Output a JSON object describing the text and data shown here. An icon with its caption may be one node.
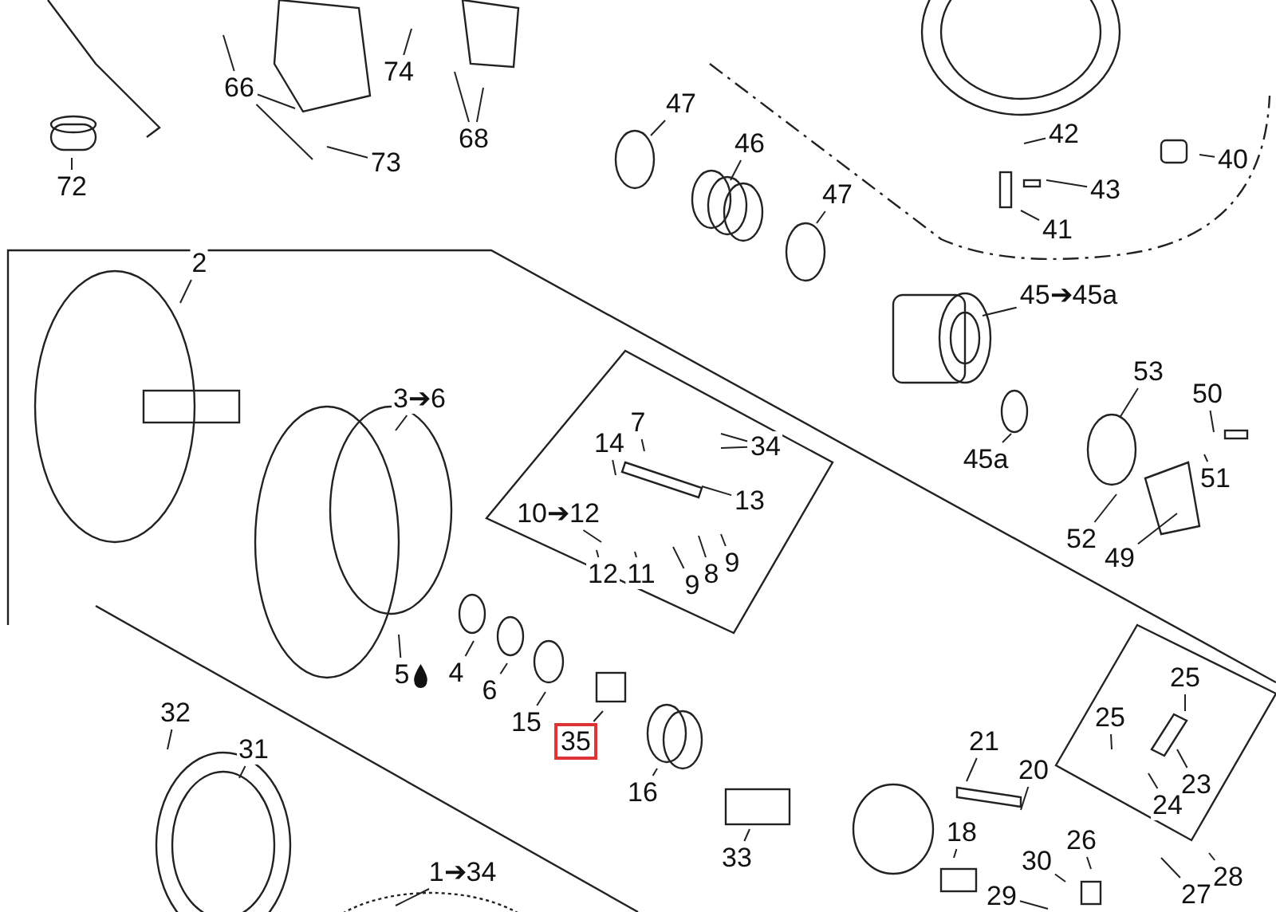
{
  "diagram": {
    "nodes": [
      {
        "text": [
          "66"
        ]
      },
      {
        "text": [
          "74"
        ]
      },
      {
        "text": [
          "68"
        ]
      },
      {
        "text": [
          "72"
        ]
      },
      {
        "text": [
          "73"
        ]
      },
      {
        "text": [
          "47"
        ]
      },
      {
        "text": [
          "46"
        ]
      },
      {
        "text": [
          "47"
        ]
      },
      {
        "text": [
          "42"
        ]
      },
      {
        "text": [
          "43"
        ]
      },
      {
        "text": [
          "41"
        ]
      },
      {
        "text": [
          "40"
        ]
      },
      {
        "text": [
          "45➔45a"
        ]
      },
      {
        "text": [
          "2"
        ]
      },
      {
        "text": [
          "3➔6"
        ]
      },
      {
        "text": [
          "7"
        ]
      },
      {
        "text": [
          "14"
        ]
      },
      {
        "text": [
          "34"
        ]
      },
      {
        "text": [
          "10➔12"
        ]
      },
      {
        "text": [
          "13"
        ]
      },
      {
        "text": [
          "12"
        ]
      },
      {
        "text": [
          "11"
        ]
      },
      {
        "text": [
          "9"
        ]
      },
      {
        "text": [
          "8"
        ]
      },
      {
        "text": [
          "9"
        ]
      },
      {
        "text": [
          "53"
        ]
      },
      {
        "text": [
          "50"
        ]
      },
      {
        "text": [
          "45a"
        ]
      },
      {
        "text": [
          "51"
        ]
      },
      {
        "text": [
          "52"
        ]
      },
      {
        "text": [
          "49"
        ]
      },
      {
        "text": [
          "5"
        ]
      },
      {
        "text": [
          "4"
        ]
      },
      {
        "text": [
          "6"
        ]
      },
      {
        "text": [
          "15"
        ]
      },
      {
        "text": [
          "35"
        ]
      },
      {
        "text": [
          "16"
        ]
      },
      {
        "text": [
          "32"
        ]
      },
      {
        "text": [
          "31"
        ]
      },
      {
        "text": [
          "1➔34"
        ]
      },
      {
        "text": [
          "33"
        ]
      },
      {
        "text": [
          "21"
        ]
      },
      {
        "text": [
          "20"
        ]
      },
      {
        "text": [
          "18"
        ]
      },
      {
        "text": [
          "25"
        ]
      },
      {
        "text": [
          "25"
        ]
      },
      {
        "text": [
          "24"
        ]
      },
      {
        "text": [
          "23"
        ]
      },
      {
        "text": [
          "26"
        ]
      },
      {
        "text": [
          "30"
        ]
      },
      {
        "text": [
          "29"
        ]
      },
      {
        "text": [
          "28"
        ]
      },
      {
        "text": [
          "27"
        ]
      }
    ],
    "edges": [
      {
        "from": 0,
        "to": null,
        "arrow": "none"
      },
      {
        "from": 0,
        "to": null,
        "arrow": "none"
      },
      {
        "from": 0,
        "to": null,
        "arrow": "none"
      },
      {
        "from": 1,
        "to": null,
        "arrow": "none"
      },
      {
        "from": 2,
        "to": null,
        "arrow": "none"
      },
      {
        "from": 2,
        "to": null,
        "arrow": "none"
      },
      {
        "from": 3,
        "to": null,
        "arrow": "none"
      },
      {
        "from": 4,
        "to": null,
        "arrow": "none"
      },
      {
        "from": 5,
        "to": null,
        "arrow": "none"
      },
      {
        "from": 6,
        "to": null,
        "arrow": "none"
      },
      {
        "from": 7,
        "to": null,
        "arrow": "none"
      },
      {
        "from": 8,
        "to": null,
        "arrow": "none"
      },
      {
        "from": 9,
        "to": null,
        "arrow": "none"
      },
      {
        "from": 10,
        "to": null,
        "arrow": "none"
      },
      {
        "from": 11,
        "to": null,
        "arrow": "none"
      },
      {
        "from": 12,
        "to": null,
        "arrow": "none"
      },
      {
        "from": 13,
        "to": null,
        "arrow": "none"
      },
      {
        "from": 14,
        "to": null,
        "arrow": "none"
      },
      {
        "from": 15,
        "to": null,
        "arrow": "none"
      },
      {
        "from": 16,
        "to": null,
        "arrow": "none"
      },
      {
        "from": 17,
        "to": null,
        "arrow": "none"
      },
      {
        "from": 17,
        "to": null,
        "arrow": "none"
      },
      {
        "from": 18,
        "to": null,
        "arrow": "none"
      },
      {
        "from": 19,
        "to": null,
        "arrow": "none"
      },
      {
        "from": 20,
        "to": null,
        "arrow": "none"
      },
      {
        "from": 21,
        "to": null,
        "arrow": "none"
      },
      {
        "from": 22,
        "to": null,
        "arrow": "none"
      },
      {
        "from": 23,
        "to": null,
        "arrow": "none"
      },
      {
        "from": 24,
        "to": null,
        "arrow": "none"
      },
      {
        "from": 25,
        "to": null,
        "arrow": "none"
      },
      {
        "from": 26,
        "to": null,
        "arrow": "none"
      },
      {
        "from": 27,
        "to": null,
        "arrow": "none"
      },
      {
        "from": 28,
        "to": null,
        "arrow": "none"
      },
      {
        "from": 29,
        "to": null,
        "arrow": "none"
      },
      {
        "from": 30,
        "to": null,
        "arrow": "none"
      },
      {
        "from": 31,
        "to": null,
        "arrow": "none"
      },
      {
        "from": 32,
        "to": null,
        "arrow": "none"
      },
      {
        "from": 33,
        "to": null,
        "arrow": "none"
      },
      {
        "from": 34,
        "to": null,
        "arrow": "none"
      },
      {
        "from": 35,
        "to": null,
        "arrow": "none"
      },
      {
        "from": 36,
        "to": null,
        "arrow": "none"
      },
      {
        "from": 37,
        "to": null,
        "arrow": "none"
      },
      {
        "from": 38,
        "to": null,
        "arrow": "none"
      },
      {
        "from": 39,
        "to": null,
        "arrow": "none"
      },
      {
        "from": 40,
        "to": null,
        "arrow": "none"
      },
      {
        "from": 41,
        "to": null,
        "arrow": "none"
      },
      {
        "from": 42,
        "to": null,
        "arrow": "none"
      },
      {
        "from": 43,
        "to": null,
        "arrow": "none"
      },
      {
        "from": 44,
        "to": null,
        "arrow": "none"
      },
      {
        "from": 45,
        "to": null,
        "arrow": "none"
      },
      {
        "from": 46,
        "to": null,
        "arrow": "none"
      },
      {
        "from": 47,
        "to": null,
        "arrow": "none"
      },
      {
        "from": 48,
        "to": null,
        "arrow": "none"
      },
      {
        "from": 49,
        "to": null,
        "arrow": "none"
      },
      {
        "from": 50,
        "to": null,
        "arrow": "none"
      },
      {
        "from": 51,
        "to": null,
        "arrow": "none"
      },
      {
        "from": 52,
        "to": null,
        "arrow": "none"
      }
    ]
  }
}
